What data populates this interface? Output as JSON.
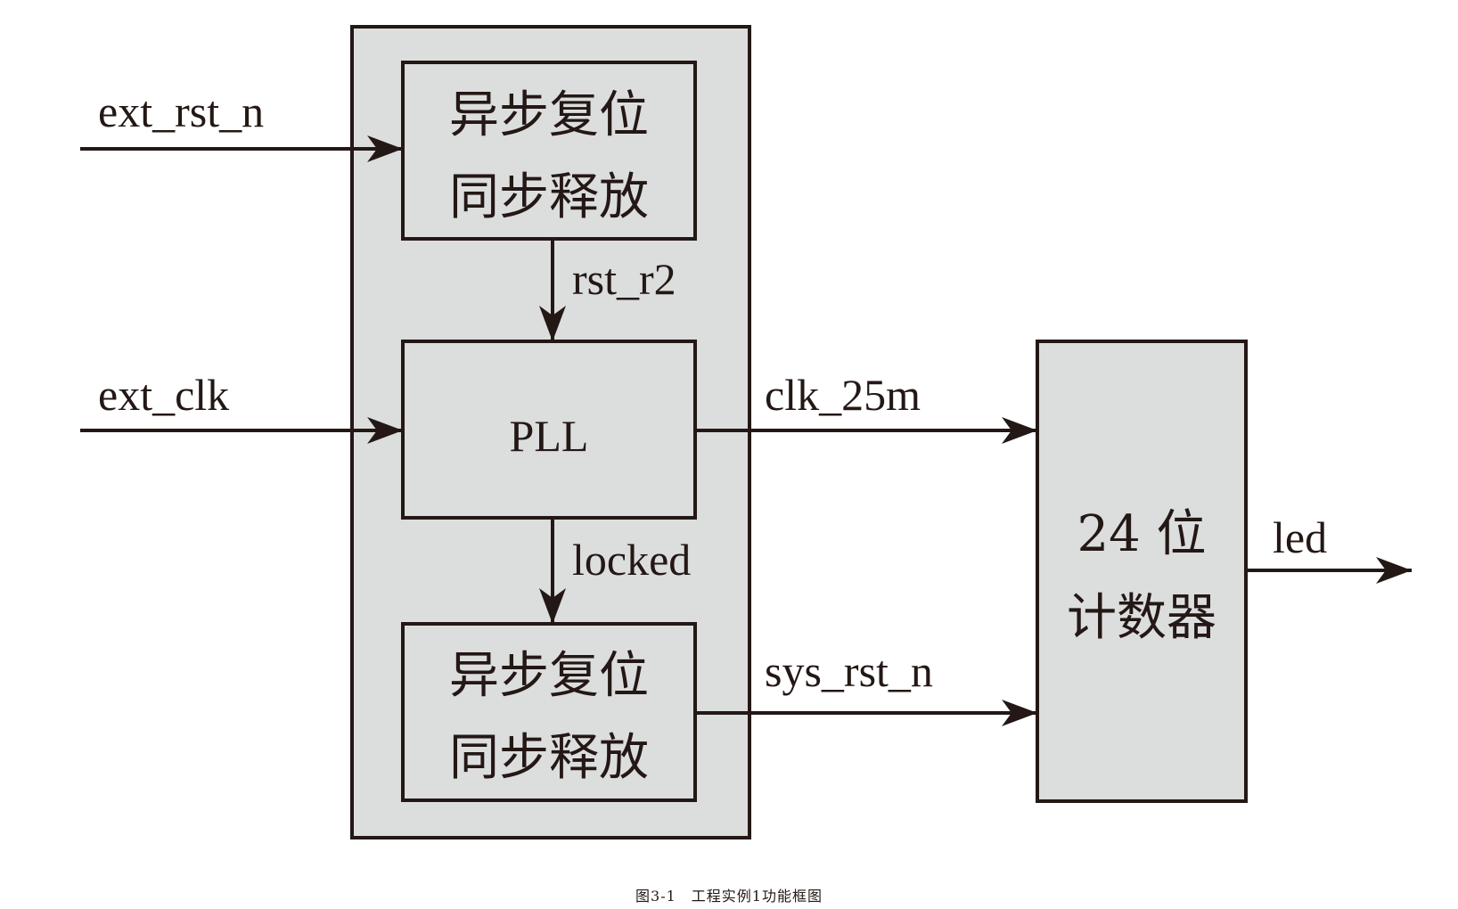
{
  "diagram": {
    "blocks": {
      "reset_sync_top": {
        "line1": "异步复位",
        "line2": "同步释放"
      },
      "pll": {
        "label": "PLL"
      },
      "reset_sync_bottom": {
        "line1": "异步复位",
        "line2": "同步释放"
      },
      "counter": {
        "line1": "24 位",
        "line2": "计数器"
      }
    },
    "signals": {
      "ext_rst_n": "ext_rst_n",
      "ext_clk": "ext_clk",
      "rst_r2": "rst_r2",
      "locked": "locked",
      "clk_25m": "clk_25m",
      "sys_rst_n": "sys_rst_n",
      "led": "led"
    },
    "colors": {
      "block_fill": "#dcdddd",
      "line": "#231815"
    }
  },
  "caption": "图3-1　工程实例1功能框图"
}
